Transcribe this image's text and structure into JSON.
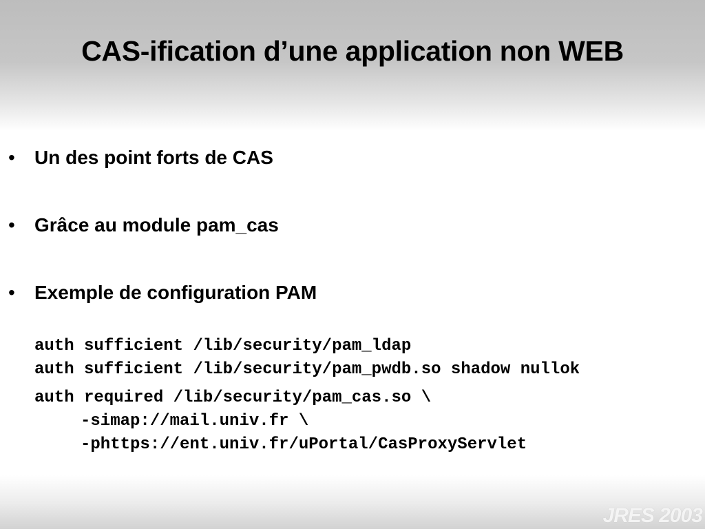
{
  "slide": {
    "title": "CAS-ification d’une application non WEB",
    "bullet_symbol": "•",
    "bullets": [
      "Un des point forts de CAS",
      "Grâce au module pam_cas",
      "Exemple de configuration PAM"
    ],
    "code_lines": [
      "auth sufficient /lib/security/pam_ldap",
      "auth sufficient /lib/security/pam_pwdb.so shadow nullok",
      "auth required /lib/security/pam_cas.so \\",
      "-simap://mail.univ.fr \\",
      "-phttps://ent.univ.fr/uPortal/CasProxyServlet"
    ],
    "watermark": "JRES 2003"
  }
}
